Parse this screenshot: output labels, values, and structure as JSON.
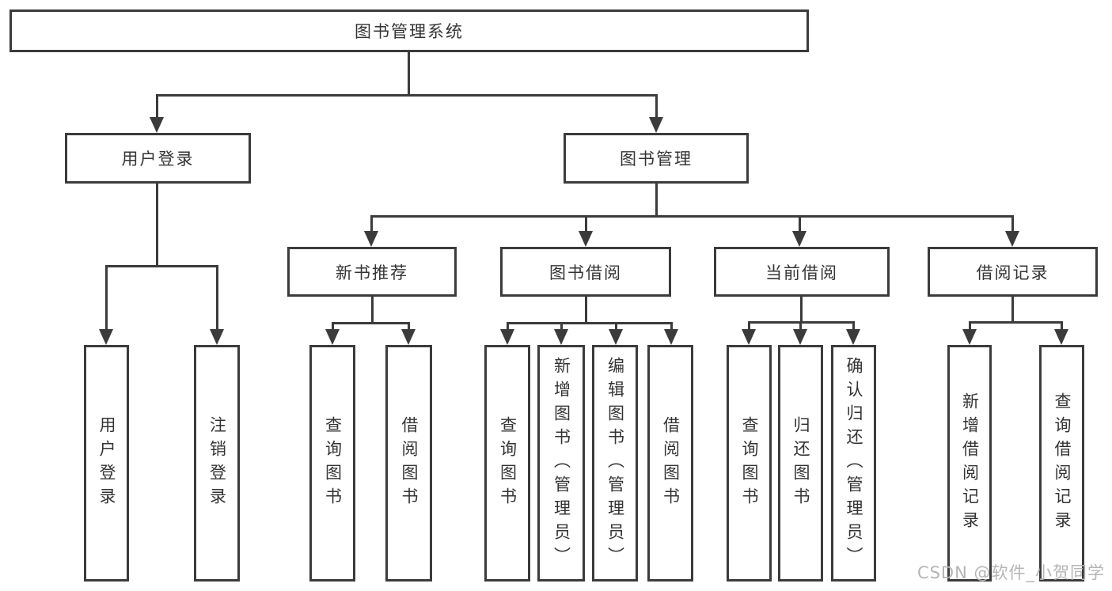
{
  "watermark": "CSDN @软件_小贺同学",
  "colors": {
    "line": "#3b3b3b",
    "text": "#343434",
    "watermark": "#b5b5b5",
    "background": "#ffffff"
  },
  "tree": {
    "root": {
      "label": "图书管理系统",
      "children": [
        {
          "label": "用户登录",
          "children": [
            {
              "label": "用户登录"
            },
            {
              "label": "注销登录"
            }
          ]
        },
        {
          "label": "图书管理",
          "children": [
            {
              "label": "新书推荐",
              "children": [
                {
                  "label": "查询图书"
                },
                {
                  "label": "借阅图书"
                }
              ]
            },
            {
              "label": "图书借阅",
              "children": [
                {
                  "label": "查询图书"
                },
                {
                  "label": "新增图书（管理员）"
                },
                {
                  "label": "编辑图书（管理员）"
                },
                {
                  "label": "借阅图书"
                }
              ]
            },
            {
              "label": "当前借阅",
              "children": [
                {
                  "label": "查询图书"
                },
                {
                  "label": "归还图书"
                },
                {
                  "label": "确认归还（管理员）"
                }
              ]
            },
            {
              "label": "借阅记录",
              "children": [
                {
                  "label": "新增借阅记录"
                },
                {
                  "label": "查询借阅记录"
                }
              ]
            }
          ]
        }
      ]
    }
  }
}
